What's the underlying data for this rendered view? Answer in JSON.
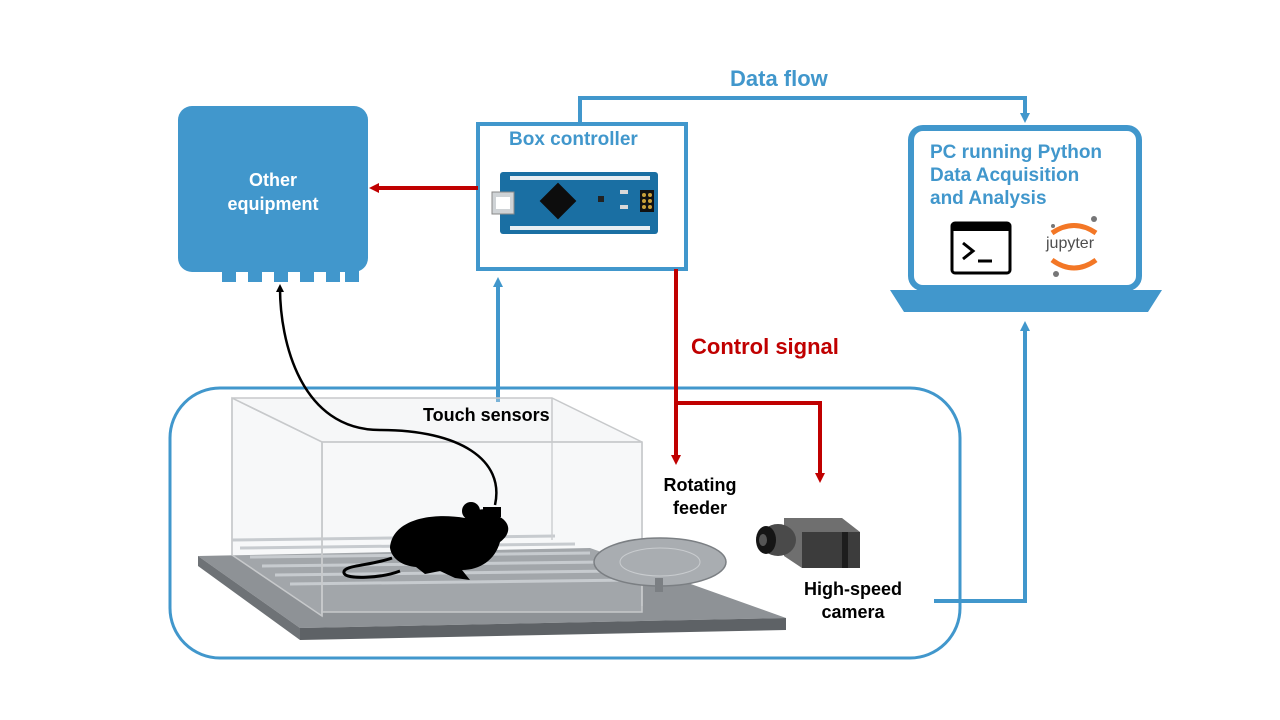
{
  "labels": {
    "data_flow": "Data flow",
    "control_signal": "Control signal",
    "box_controller": "Box controller",
    "other_equipment_line1": "Other",
    "other_equipment_line2": "equipment",
    "pc_line1": "PC running Python",
    "pc_line2": "Data Acquisition",
    "pc_line3": "and Analysis",
    "touch_sensors": "Touch sensors",
    "rotating_feeder_line1": "Rotating",
    "rotating_feeder_line2": "feeder",
    "camera_line1": "High-speed",
    "camera_line2": "camera",
    "jupyter_logo": "jupyter",
    "terminal_prompt": ">_"
  },
  "colors": {
    "blue": "#4197cc",
    "red": "#c00000",
    "board": "#1a6fa3",
    "text_dark": "#000000"
  },
  "icons": [
    "terminal-icon",
    "jupyter-icon",
    "arduino-board",
    "mouse-silhouette",
    "camera-icon",
    "feeder-disc"
  ]
}
